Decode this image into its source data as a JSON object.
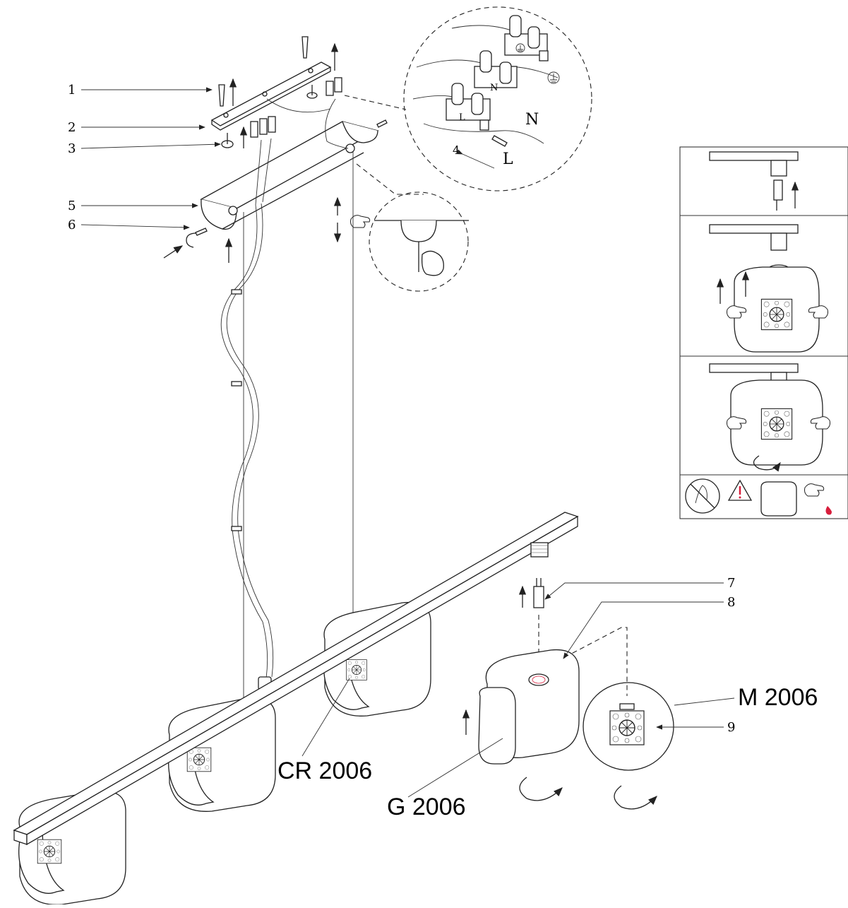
{
  "parts": {
    "p1": "1",
    "p2": "2",
    "p3": "3",
    "p4": "4",
    "p5": "5",
    "p6": "6",
    "p7": "7",
    "p8": "8",
    "p9": "9"
  },
  "wiring": {
    "live_label": "L",
    "neutral_label": "N",
    "terminal_live": "L",
    "terminal_neutral": "N"
  },
  "models": {
    "crystal": "CR 2006",
    "glass": "G 2006",
    "metal": "M 2006"
  },
  "colors": {
    "line": "#222222",
    "warning_drop": "#d81e3c",
    "background": "#ffffff"
  },
  "icons": [
    "wall-anchor-icon",
    "screw-icon",
    "connector-block-icon",
    "earth-symbol-icon",
    "warning-triangle-icon",
    "no-touch-icon",
    "hand-icon",
    "rotate-arrow-icon",
    "arrow-up-icon"
  ]
}
